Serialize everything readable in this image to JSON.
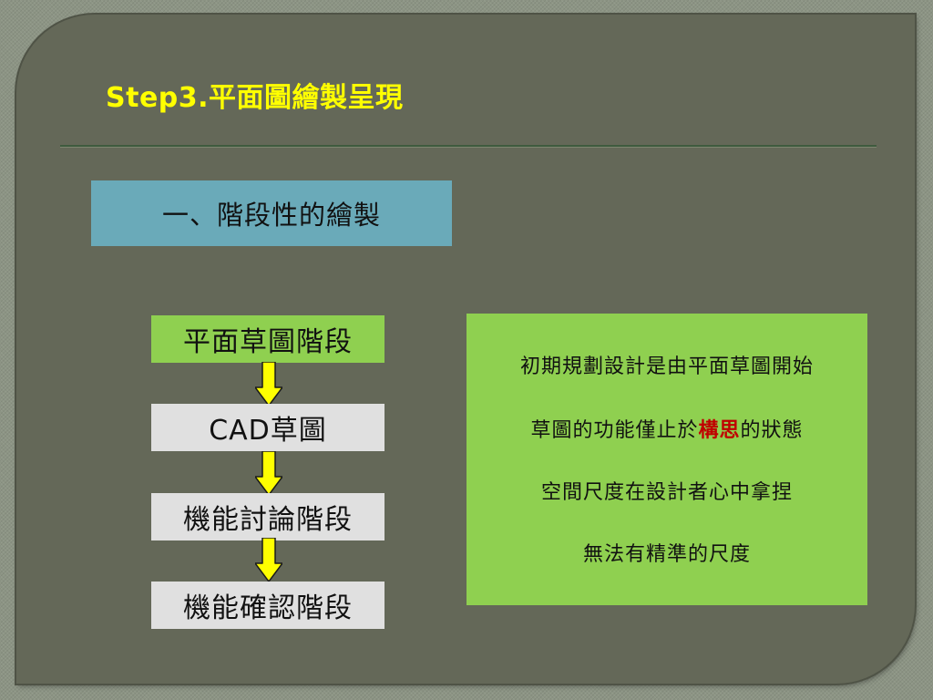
{
  "slide": {
    "title": "Step3.平面圖繪製呈現",
    "section_heading": "一、階段性的繪製",
    "steps": [
      {
        "label": "平面草圖階段"
      },
      {
        "label": "CAD草圖"
      },
      {
        "label": "機能討論階段"
      },
      {
        "label": "機能確認階段"
      }
    ],
    "info": {
      "line1": "初期規劃設計是由平面草圖開始",
      "line2_before": "草圖的功能僅止於",
      "line2_highlight": "構思",
      "line2_after": "的狀態",
      "line3": "空間尺度在設計者心中拿捏",
      "line4": "無法有精準的尺度"
    }
  },
  "colors": {
    "title": "#ffff00",
    "section_box": "#6aaab9",
    "step_active": "#8fd050",
    "step_inactive": "#e0e0e0",
    "arrow": "#ffff00",
    "info_box": "#8fd050",
    "highlight": "#c00000"
  },
  "icons": {
    "flow_arrow": "arrow-down-icon"
  }
}
